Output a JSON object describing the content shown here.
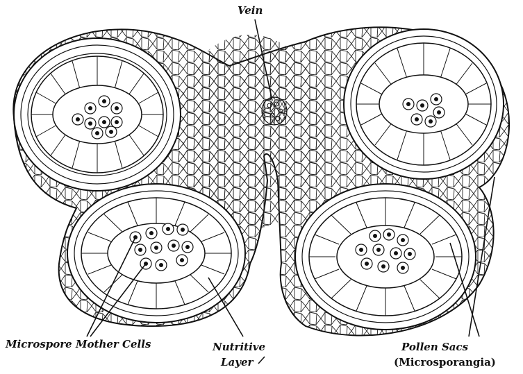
{
  "labels": {
    "vein": "Vein",
    "microspore_mother_cells": "Microspore Mother Cells",
    "nutritive_line1": "Nutritive",
    "nutritive_line2": "Layer",
    "pollen_sacs_line1": "Pollen Sacs",
    "pollen_sacs_line2": "(Microsporangia)"
  },
  "colors": {
    "ink": "#111111",
    "paper": "#ffffff"
  }
}
